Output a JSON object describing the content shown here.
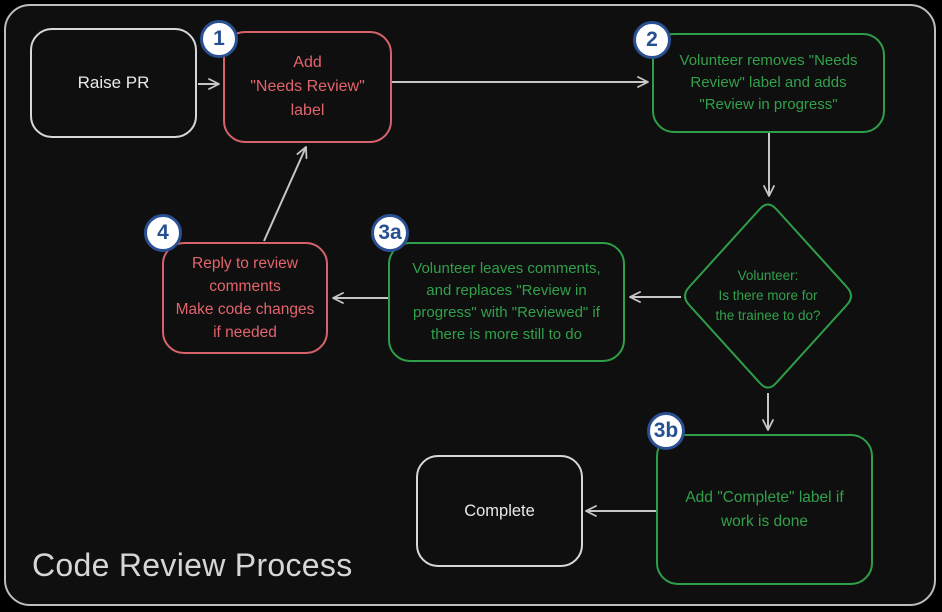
{
  "title": "Code Review Process",
  "colors": {
    "background": "#0f0f0f",
    "frame_border": "#bdbdbd",
    "red": "#e2646d",
    "green": "#2f9e48",
    "badge_blue": "#2a4f92",
    "arrow_gray": "#c6c6c6",
    "neutral_text": "#e9e9e9"
  },
  "nodes": {
    "raise_pr": {
      "lines": [
        "Raise PR"
      ]
    },
    "step1": {
      "badge": "1",
      "lines": [
        "Add",
        "\"Needs Review\"",
        "label"
      ]
    },
    "step2": {
      "badge": "2",
      "lines": [
        "Volunteer removes \"Needs",
        "Review\" label and adds",
        "\"Review in progress\""
      ]
    },
    "decision": {
      "lines": [
        "Volunteer:",
        "Is there more for",
        "the trainee to do?"
      ]
    },
    "step3a": {
      "badge": "3a",
      "lines": [
        "Volunteer leaves comments,",
        "and replaces \"Review in",
        "progress\" with \"Reviewed\" if",
        "there is more still to do"
      ]
    },
    "step4": {
      "badge": "4",
      "lines": [
        "Reply to review",
        "comments",
        "Make code changes",
        "if needed"
      ]
    },
    "step3b": {
      "badge": "3b",
      "lines": [
        "Add \"Complete\" label if",
        "work is done"
      ]
    },
    "complete": {
      "lines": [
        "Complete"
      ]
    }
  },
  "edges": [
    {
      "from": "raise-pr",
      "to": "step-1"
    },
    {
      "from": "step-1",
      "to": "step-2"
    },
    {
      "from": "step-2",
      "to": "decision"
    },
    {
      "from": "decision",
      "to": "step-3a"
    },
    {
      "from": "step-3a",
      "to": "step-4"
    },
    {
      "from": "step-4",
      "to": "step-1"
    },
    {
      "from": "decision",
      "to": "step-3b"
    },
    {
      "from": "step-3b",
      "to": "complete"
    }
  ]
}
